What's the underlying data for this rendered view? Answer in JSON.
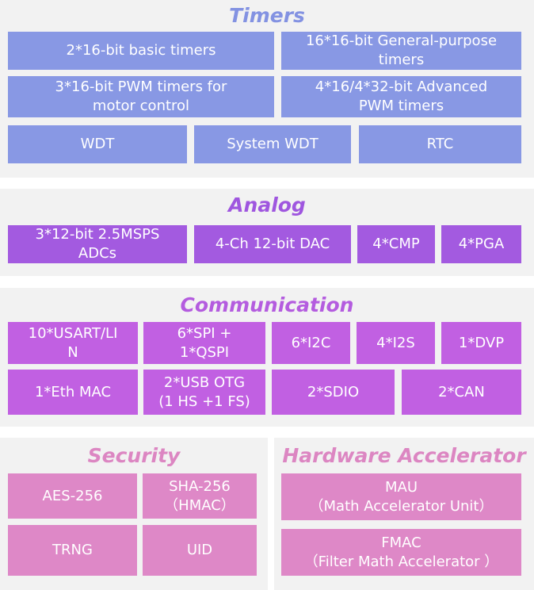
{
  "timers": {
    "title": "Timers",
    "items": [
      "2*16-bit basic timers",
      "16*16-bit General-purpose\ntimers",
      "3*16-bit PWM timers for\nmotor control",
      "4*16/4*32-bit Advanced\nPWM timers",
      "WDT",
      "System WDT",
      "RTC"
    ]
  },
  "analog": {
    "title": "Analog",
    "items": [
      "3*12-bit  2.5MSPS\nADCs",
      "4-Ch 12-bit DAC",
      "4*CMP",
      "4*PGA"
    ]
  },
  "communication": {
    "title": "Communication",
    "items": [
      "10*USART/LI\nN",
      "6*SPI +\n1*QSPI",
      "6*I2C",
      "4*I2S",
      "1*DVP",
      "1*Eth MAC",
      "2*USB OTG\n(1 HS +1 FS)",
      "2*SDIO",
      "2*CAN"
    ]
  },
  "security": {
    "title": "Security",
    "items": [
      "AES-256",
      "SHA-256\n（HMAC）",
      "TRNG",
      "UID"
    ]
  },
  "hardware_accelerator": {
    "title": "Hardware Accelerator",
    "items": [
      "MAU\n（Math Accelerator Unit）",
      "FMAC\n（Filter Math Accelerator ）"
    ]
  },
  "colors": {
    "timers": "#8898e4",
    "analog": "#a35ae0",
    "communication": "#c160e2",
    "security": "#de88c7",
    "hardware_accelerator": "#de88c7"
  }
}
